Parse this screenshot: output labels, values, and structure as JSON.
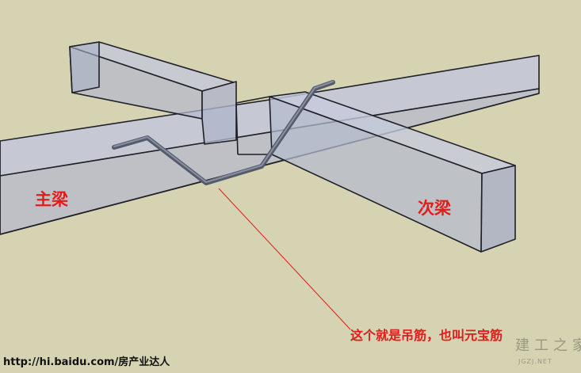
{
  "labels": {
    "main_beam": "主梁",
    "secondary_beam": "次梁",
    "callout": "这个就是吊筋，也叫元宝筋",
    "source": "http://hi.baidu.com/房产业达人"
  },
  "watermark": {
    "mark": "建工之家",
    "site": "JGZJ.NET"
  },
  "colors": {
    "background": "#d5d3b1",
    "beam_top": "#c2c6d8",
    "beam_front": "#b8bcd0",
    "beam_end": "#aeb3c8",
    "edge": "#202028",
    "rebar": "#6b6f7f",
    "leader": "#e21b1b",
    "label": "#e21b1b"
  }
}
